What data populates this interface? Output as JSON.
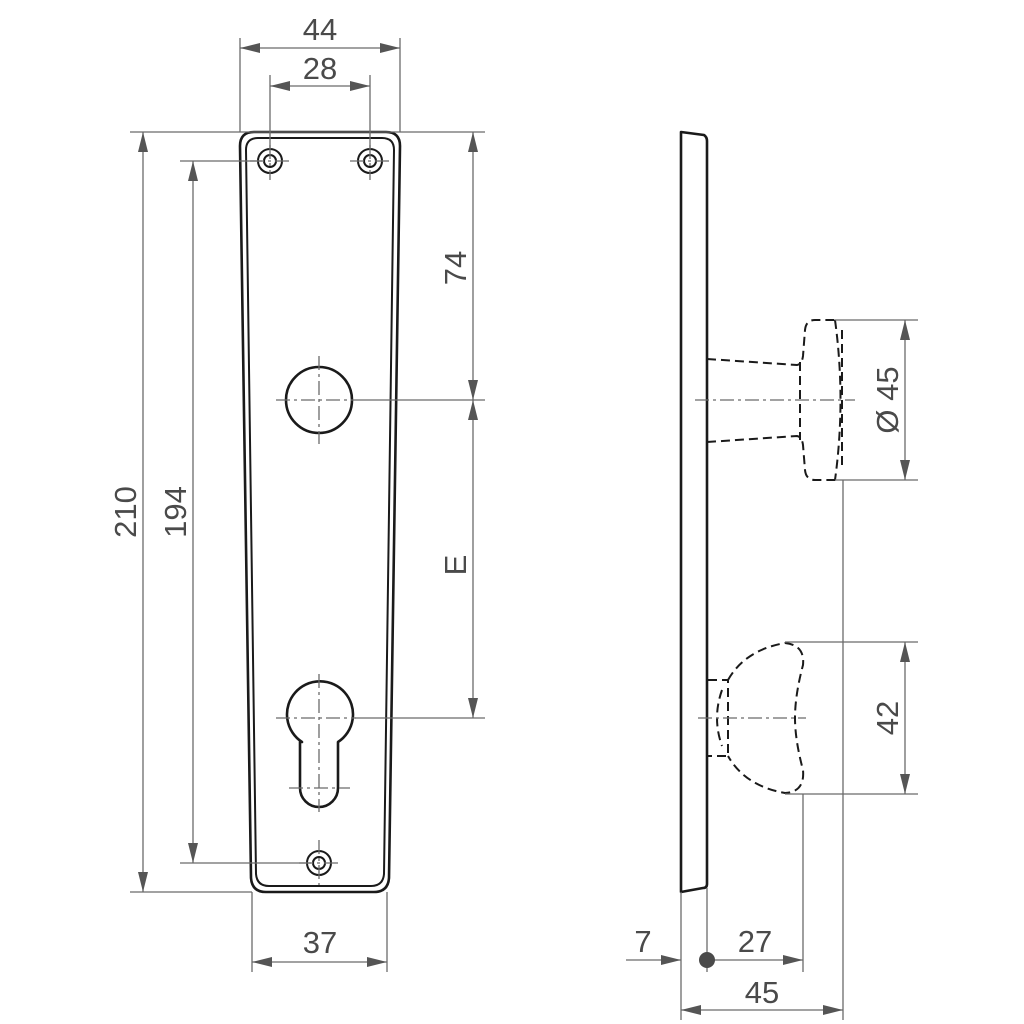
{
  "drawing": {
    "title": "Door handle backplate technical drawing",
    "colors": {
      "outline": "#1a1a1a",
      "dimension": "#6b6b6b",
      "text": "#4a4a4a",
      "background": "#ffffff"
    },
    "front_view": {
      "dimensions": {
        "top_width_outer": "44",
        "top_width_holes": "28",
        "total_height": "210",
        "hole_spacing_height": "194",
        "top_to_knob_center": "74",
        "knob_to_cylinder_center": "E",
        "bottom_width": "37"
      }
    },
    "side_view": {
      "dimensions": {
        "knob_diameter": "Ø 45",
        "lever_height": "42",
        "plate_offset": "7",
        "lever_projection": "27",
        "knob_projection": "45"
      }
    }
  }
}
